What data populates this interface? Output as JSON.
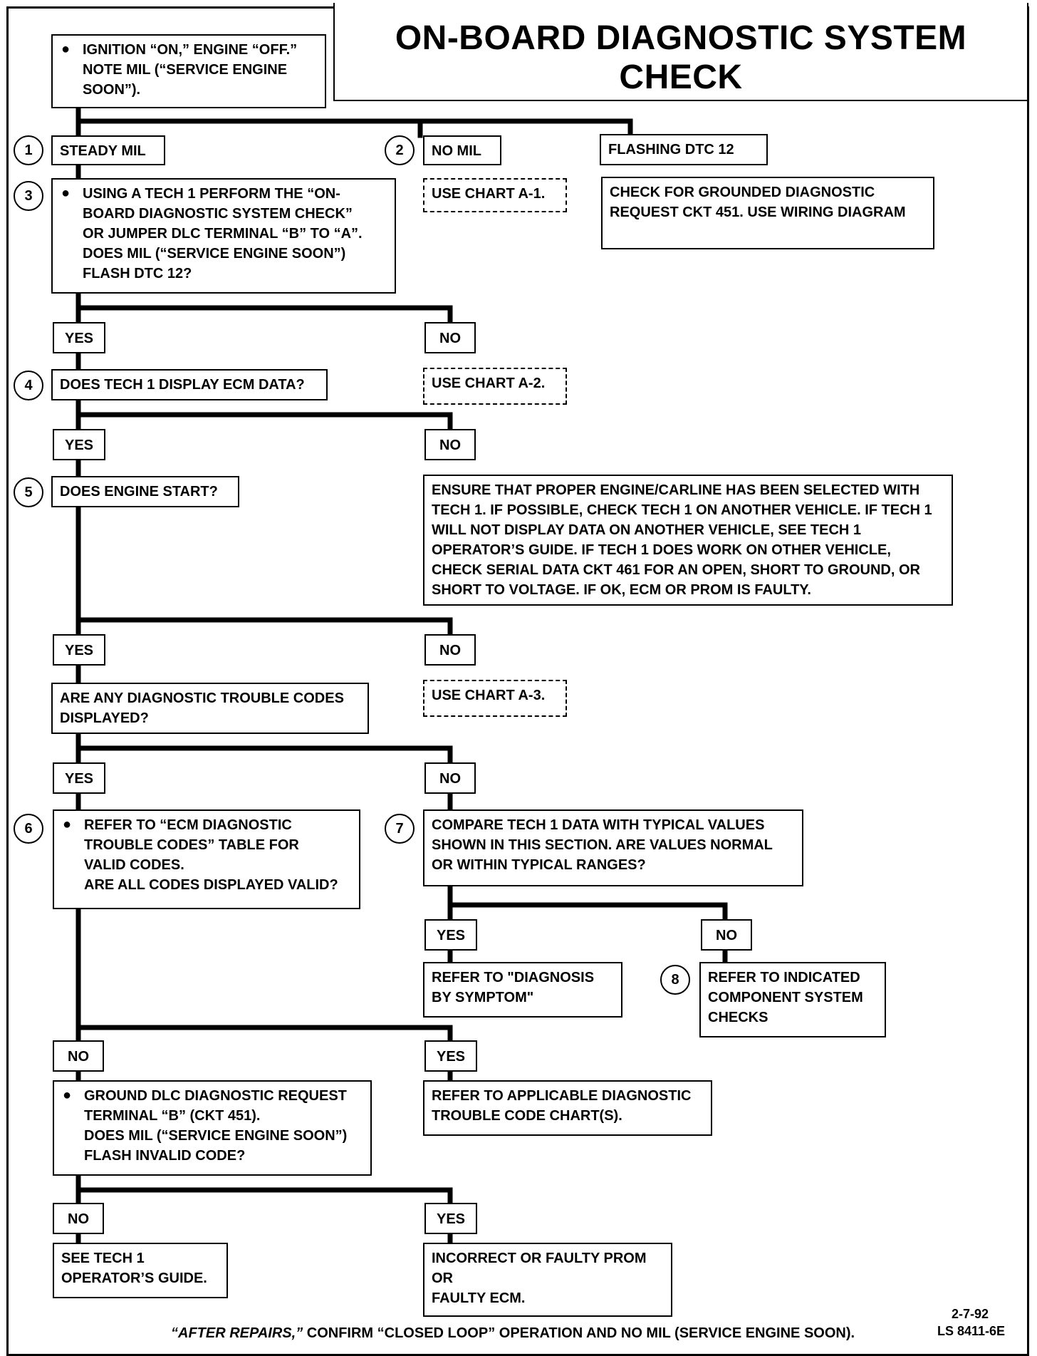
{
  "title": "ON-BOARD DIAGNOSTIC SYSTEM CHECK",
  "boxes": {
    "start": "IGNITION “ON,” ENGINE “OFF.”\nNOTE MIL (“SERVICE ENGINE\nSOON”).",
    "steady_mil": "STEADY MIL",
    "no_mil": "NO MIL",
    "flashing_dtc": "FLASHING DTC 12",
    "use_a1": "USE CHART A-1.",
    "check_grounded": "CHECK FOR GROUNDED DIAGNOSTIC\nREQUEST CKT 451.  USE WIRING DIAGRAM",
    "step3": "USING A TECH 1 PERFORM THE “ON-\nBOARD DIAGNOSTIC SYSTEM CHECK”\nOR JUMPER  DLC TERMINAL “B” TO “A”.\nDOES MIL (“SERVICE ENGINE SOON”)\nFLASH DTC 12?",
    "yes1": "YES",
    "no1": "NO",
    "step4": "DOES TECH 1 DISPLAY ECM DATA?",
    "use_a2": "USE CHART A-2.",
    "yes2": "YES",
    "no2": "NO",
    "step5": "DOES ENGINE START?",
    "ensure": "ENSURE THAT PROPER ENGINE/CARLINE HAS BEEN SELECTED WITH\nTECH 1.  IF POSSIBLE, CHECK TECH 1 ON ANOTHER VEHICLE.  IF TECH 1\nWILL NOT DISPLAY DATA ON ANOTHER VEHICLE, SEE TECH 1\nOPERATOR’S GUIDE.  IF TECH 1 DOES WORK ON OTHER VEHICLE,\nCHECK SERIAL DATA CKT 461 FOR AN OPEN, SHORT TO GROUND, OR\nSHORT TO VOLTAGE.  IF OK, ECM OR PROM IS FAULTY.",
    "yes3": "YES",
    "no3": "NO",
    "any_dtc": "ARE ANY DIAGNOSTIC TROUBLE CODES\nDISPLAYED?",
    "use_a3": "USE CHART A-3.",
    "yes4": "YES",
    "no4": "NO",
    "step6": "REFER TO “ECM DIAGNOSTIC\nTROUBLE CODES” TABLE FOR\nVALID CODES.\nARE ALL CODES DISPLAYED VALID?",
    "step7": "COMPARE TECH 1 DATA WITH TYPICAL VALUES\nSHOWN IN THIS SECTION.  ARE VALUES NORMAL\nOR WITHIN TYPICAL RANGES?",
    "yes5": "YES",
    "no5": "NO",
    "diag_symptom": "REFER TO \"DIAGNOSIS\nBY SYMPTOM\"",
    "component": "REFER TO INDICATED\nCOMPONENT SYSTEM\nCHECKS",
    "no6": "NO",
    "yes6": "YES",
    "ground_dlc": "GROUND DLC DIAGNOSTIC REQUEST\nTERMINAL “B” (CKT 451).\nDOES MIL (“SERVICE ENGINE SOON”)\nFLASH INVALID CODE?",
    "applicable": "REFER TO APPLICABLE DIAGNOSTIC\nTROUBLE CODE CHART(S).",
    "no7": "NO",
    "yes7": "YES",
    "see_tech1": "SEE TECH 1\nOPERATOR’S GUIDE.",
    "incorrect_prom": "INCORRECT OR FAULTY PROM\nOR\nFAULTY ECM."
  },
  "step_numbers": {
    "n1": "1",
    "n2": "2",
    "n3": "3",
    "n4": "4",
    "n5": "5",
    "n6": "6",
    "n7": "7",
    "n8": "8"
  },
  "footer": {
    "italic": "“AFTER REPAIRS,”",
    "rest": " CONFIRM “CLOSED LOOP” OPERATION AND NO MIL (SERVICE ENGINE SOON).",
    "date": "2-7-92",
    "code": "LS 8411-6E"
  }
}
